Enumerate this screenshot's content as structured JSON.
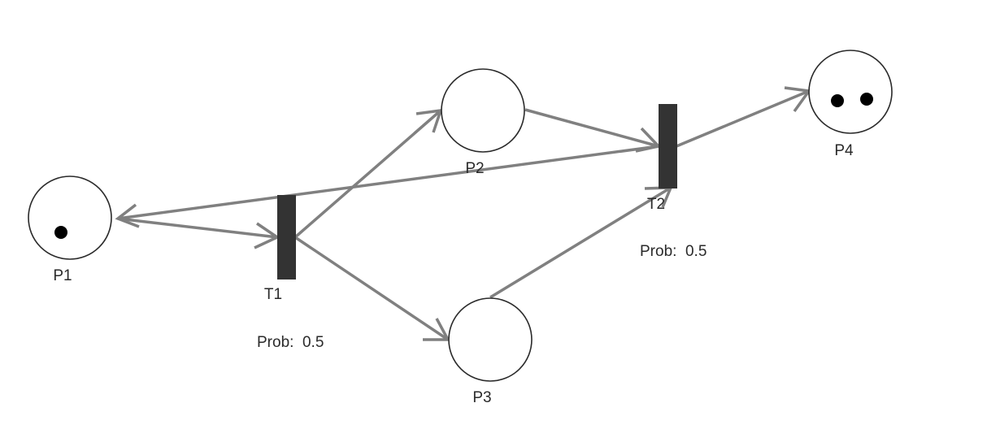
{
  "colors": {
    "arc": "#808080",
    "transition": "#333333",
    "place_stroke": "#2a2a2a",
    "token": "#000000",
    "label": "#2a2a2a"
  },
  "places": [
    {
      "id": "P1",
      "label": "P1",
      "tokens": 1
    },
    {
      "id": "P2",
      "label": "P2",
      "tokens": 0
    },
    {
      "id": "P3",
      "label": "P3",
      "tokens": 0
    },
    {
      "id": "P4",
      "label": "P4",
      "tokens": 2
    }
  ],
  "transitions": [
    {
      "id": "T1",
      "label": "T1",
      "prob_label": "Prob:",
      "prob_value": "0.5"
    },
    {
      "id": "T2",
      "label": "T2",
      "prob_label": "Prob:",
      "prob_value": "0.5"
    }
  ],
  "arcs": [
    {
      "from": "P1",
      "to": "T1"
    },
    {
      "from": "T1",
      "to": "P2"
    },
    {
      "from": "T1",
      "to": "P3"
    },
    {
      "from": "P2",
      "to": "T2"
    },
    {
      "from": "P3",
      "to": "T2"
    },
    {
      "from": "T2",
      "to": "P4"
    },
    {
      "from": "T2",
      "to": "P1"
    }
  ]
}
